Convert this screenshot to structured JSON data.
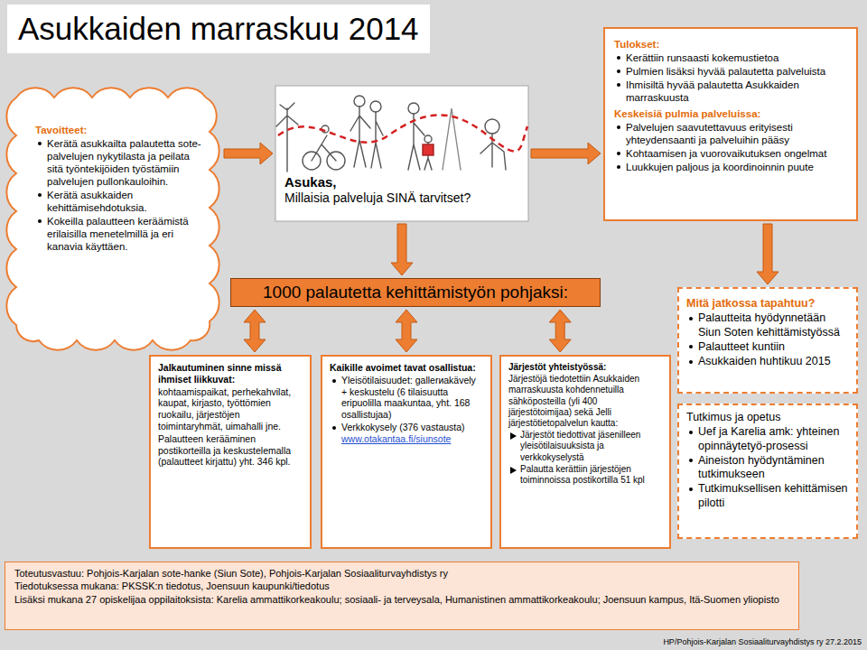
{
  "diagram": {
    "title": "Asukkaiden marraskuu 2014",
    "nodes": [
      {
        "text": [
          "Tavoitteet:",
          "Kerätä asukkailta palautetta sote-palvelujen nykytilasta ja peilata sitä työntekijöiden työstämiin palvelujen pullonkauloihin.",
          "Kerätä asukkaiden kehittämisehdotuksia.",
          "Kokeilla palautteen keräämistä erilaisilla menetelmillä ja eri kanavia käyttäen."
        ]
      },
      {
        "text": [
          "Asukas,",
          "Millaisia palveluja SINÄ tarvitset?"
        ]
      },
      {
        "text": [
          "Tulokset:",
          "Kerättiin runsaasti kokemustietoa",
          "Pulmien lisäksi hyvää palautetta palveluista",
          "Ihmisiltä hyvää palautetta Asukkaiden marraskuusta",
          "Keskeisiä pulmia palveluissa:",
          "Palvelujen saavutettavuus erityisesti yhteydensaanti ja palveluihin pääsy",
          "Kohtaamisen ja vuorovaikutuksen ongelmat",
          "Luukkujen paljous ja koordinoinnin puute"
        ]
      },
      {
        "text": [
          "1000 palautetta kehittämistyön pohjaksi:"
        ]
      },
      {
        "text": [
          "Mitä jatkossa tapahtuu?",
          "Palautteita hyödynnetään Siun Soten kehittämistyössä",
          "Palautteet kuntiin",
          "Asukkaiden huhtikuu 2015"
        ]
      },
      {
        "text": [
          "Tutkimus ja opetus",
          "Uef ja Karelia amk: yhteinen opinnäytetyö-prosessi",
          "Aineiston hyödyntäminen tutkimukseen",
          "Tutkimuksellisen kehittämisen pilotti"
        ]
      },
      {
        "text": [
          "Jalkautuminen sinne missä ihmiset liikkuvat:",
          "kohtaamispaikat, perhekahvilat, kaupat, kirjasto, työttömien ruokailu, järjestöjen toimintaryhmät, uimahalli jne.",
          "Palautteen kerääminen postikorteilla ja keskustelemalla (palautteet kirjattu) yht. 346 kpl."
        ]
      },
      {
        "text": [
          "Kaikille avoimet tavat osallistua:",
          "Yleisötilaisuudet: gallerиakävely + keskustelu (6 tilaisuutta eripuolilla maakuntaa, yht. 168 osallistujaa)",
          "Verkkokysely (376 vastausta)",
          "www.otakantaa.fi/siunsote"
        ]
      },
      {
        "text": [
          "Järjestöt yhteistyössä:",
          "Järjestöjä tiedotettiin Asukkaiden marraskuusta kohdennetuilla sähköposteilla (yli 400 järjestötoimijaa) sekä Jelli järjestötietopalvelun kautta:",
          "Järjestöt tiedottivat jäsenilleen yleisötilaisuuksista ja verkkokyselystä",
          "Palautta kerättiin järjestöjen toiminnoissa postikortilla 51 kpl"
        ]
      },
      {
        "text": [
          "Toteutusvastuu: Pohjois-Karjalan sote-hanke (Siun Sote), Pohjois-Karjalan Sosiaaliturvayhdistys ry",
          "Tiedotuksessa mukana: PKSSK:n tiedotus, Joensuun kaupunki/tiedotus",
          "Lisäksi mukana 27 opiskelijaa oppilaitoksista: Karelia ammattikorkeakoulu; sosiaali- ja terveysala, Humanistinen ammattikorkeakoulu; Joensuun kampus, Itä-Suomen yliopisto"
        ]
      }
    ],
    "edges": [
      {
        "from": 0,
        "to": 1,
        "arrow": "to"
      },
      {
        "from": 1,
        "to": 2,
        "arrow": "to"
      },
      {
        "from": 1,
        "to": 3,
        "arrow": "to"
      },
      {
        "from": 2,
        "to": 4,
        "arrow": "to"
      },
      {
        "from": 3,
        "to": 6,
        "arrow": "both"
      },
      {
        "from": 3,
        "to": 7,
        "arrow": "both"
      },
      {
        "from": 3,
        "to": 8,
        "arrow": "both"
      }
    ],
    "labels": [
      "HP/Pohjois-Karjalan Sosiaaliturvayhdistys ry 27.2.2015"
    ]
  }
}
